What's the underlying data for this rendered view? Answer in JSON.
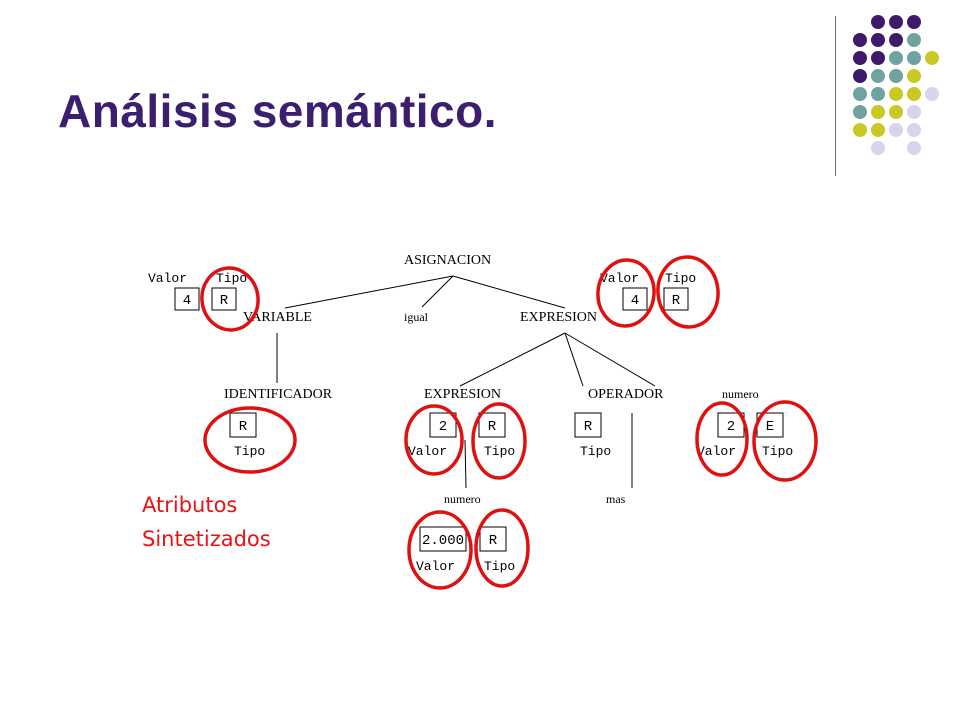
{
  "slide": {
    "title": "Análisis semántico.",
    "title_color": "#3b1f6e"
  },
  "theme": {
    "dot_colors": {
      "purple": "#3e1a6a",
      "teal": "#6fa3a0",
      "olive": "#c9c923",
      "lavender": "#d6d6ea"
    },
    "highlight_color": "#e01010",
    "legend_color": "#ee1111"
  },
  "legend": {
    "line1": "Atributos",
    "line2": "Sintetizados"
  },
  "tree": {
    "root": "ASIGNACION",
    "variable": {
      "label": "VARIABLE",
      "value_label": "Valor",
      "type_label": "Tipo",
      "value": "4",
      "type": "R"
    },
    "igual": {
      "label": "igual"
    },
    "expresion_top": {
      "label": "EXPRESION",
      "value_label": "Valor",
      "type_label": "Tipo",
      "value": "4",
      "type": "R"
    },
    "identificador": {
      "label": "IDENTIFICADOR",
      "type": "R",
      "type_label": "Tipo"
    },
    "expresion_inner": {
      "label": "EXPRESION",
      "value": "2",
      "type": "R",
      "value_label": "Valor",
      "type_label": "Tipo"
    },
    "operador": {
      "label": "OPERADOR",
      "type": "R",
      "type_label": "Tipo"
    },
    "numero_right": {
      "label": "numero",
      "value": "2",
      "type": "E",
      "value_label": "Valor",
      "type_label": "Tipo"
    },
    "numero_bottom": {
      "label": "numero",
      "value": "2.000",
      "type": "R",
      "value_label": "Valor",
      "type_label": "Tipo"
    },
    "mas": {
      "label": "mas"
    }
  }
}
